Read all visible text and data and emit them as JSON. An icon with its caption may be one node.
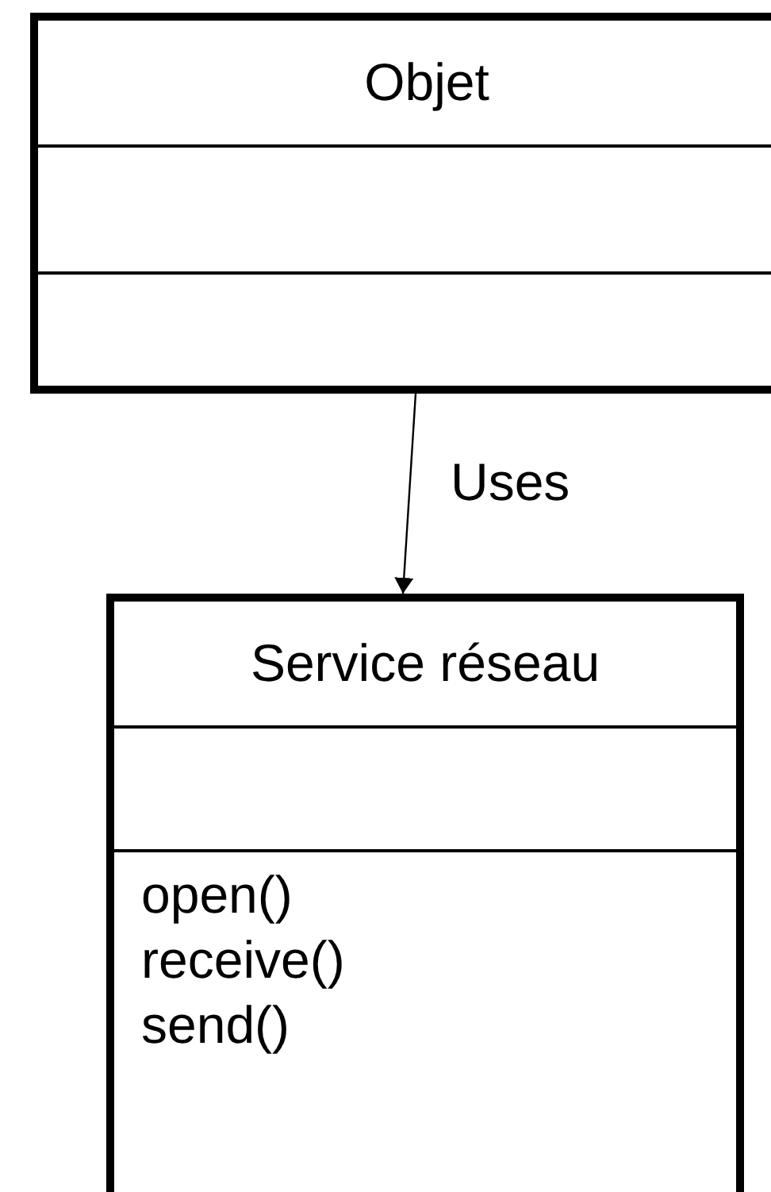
{
  "diagram": {
    "nodes": [
      {
        "text": [
          "Objet"
        ]
      },
      {
        "text": [
          "Service réseau",
          "open()",
          "receive()",
          "send()"
        ]
      }
    ],
    "edges": [
      {
        "from": 0,
        "to": 1,
        "arrow": "to",
        "label": "Uses"
      }
    ]
  }
}
